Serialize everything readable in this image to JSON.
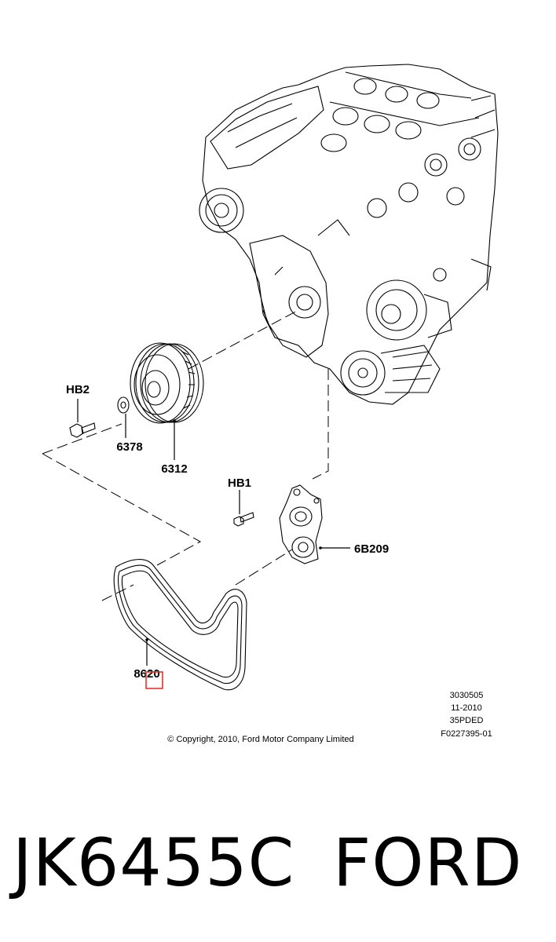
{
  "callouts": {
    "hb2": "HB2",
    "washer": "6378",
    "pulley": "6312",
    "hb1": "HB1",
    "tensioner": "6B209",
    "belt": "8620"
  },
  "figure_codes": {
    "line1": "3030505",
    "line2": "11-2010",
    "line3": "35PDED",
    "line4": "F0227395-01"
  },
  "copyright": "© Copyright, 2010, Ford Motor Company Limited",
  "part_number": "JK6455C",
  "brand": "FORD",
  "colors": {
    "ink": "#000000",
    "highlight": "#e8332a",
    "background": "#ffffff"
  }
}
